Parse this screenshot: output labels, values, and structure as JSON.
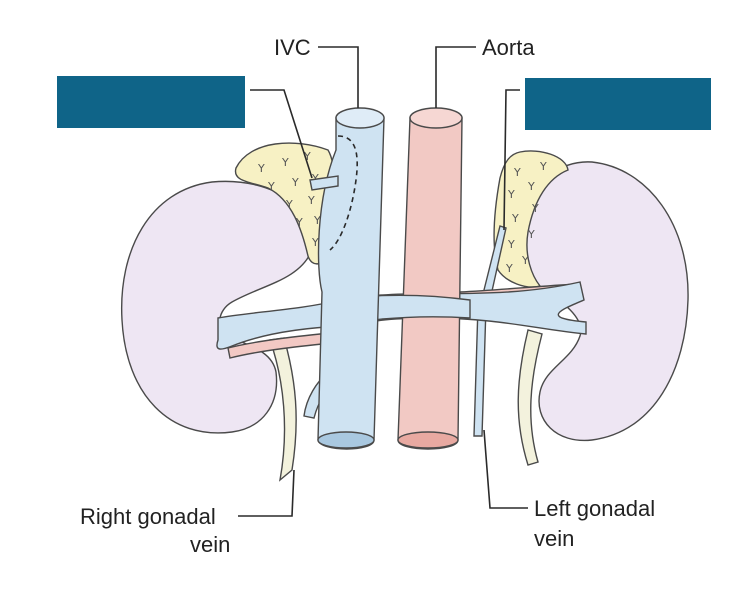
{
  "labels": {
    "ivc": "IVC",
    "aorta": "Aorta",
    "right_gonadal_line1": "Right gonadal",
    "right_gonadal_line2": "vein",
    "left_gonadal_line1": "Left gonadal",
    "left_gonadal_line2": "vein"
  },
  "colors": {
    "kidney": "#eee6f3",
    "ivc": "#cfe3f2",
    "aorta": "#f2c9c4",
    "adrenal": "#f7f1c4",
    "ureter": "#f3f2dd",
    "redaction_box": "#0f6488"
  },
  "icons": {
    "adrenal_texture": "y-mark-glyph"
  }
}
